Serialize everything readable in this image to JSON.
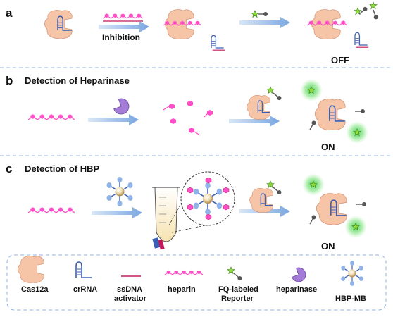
{
  "panels": {
    "a": {
      "letter": "a",
      "arrow_label": "Inhibition",
      "state": "OFF"
    },
    "b": {
      "letter": "b",
      "title": "Detection of Heparinase",
      "state": "ON"
    },
    "c": {
      "letter": "c",
      "title": "Detection of HBP",
      "state": "ON"
    }
  },
  "legend": {
    "items": [
      {
        "icon": "cas12a-icon",
        "label_lines": [
          "Cas12a"
        ]
      },
      {
        "icon": "crrna-icon",
        "label_lines": [
          "crRNA"
        ]
      },
      {
        "icon": "ssdna-icon",
        "label_lines": [
          "ssDNA",
          "activator"
        ]
      },
      {
        "icon": "heparin-icon",
        "label_lines": [
          "heparin"
        ]
      },
      {
        "icon": "reporter-icon",
        "label_lines": [
          "FQ-labeled",
          "Reporter"
        ]
      },
      {
        "icon": "heparinase-icon",
        "label_lines": [
          "heparinase"
        ]
      },
      {
        "icon": "hbp-mb-icon",
        "label_lines": [
          "HBP-MB"
        ]
      }
    ]
  },
  "colors": {
    "cas12a": "#f6c4a6",
    "crrna": "#3a5fb8",
    "ssdna": "#c2185b",
    "heparin": "#ff4fc8",
    "reporter_star": "#8ddc3a",
    "quencher": "#555555",
    "heparinase": "#a47bd6",
    "glow": "#5cd65c",
    "arrow": "#8fb5e6",
    "divider": "#8fb5e6"
  }
}
